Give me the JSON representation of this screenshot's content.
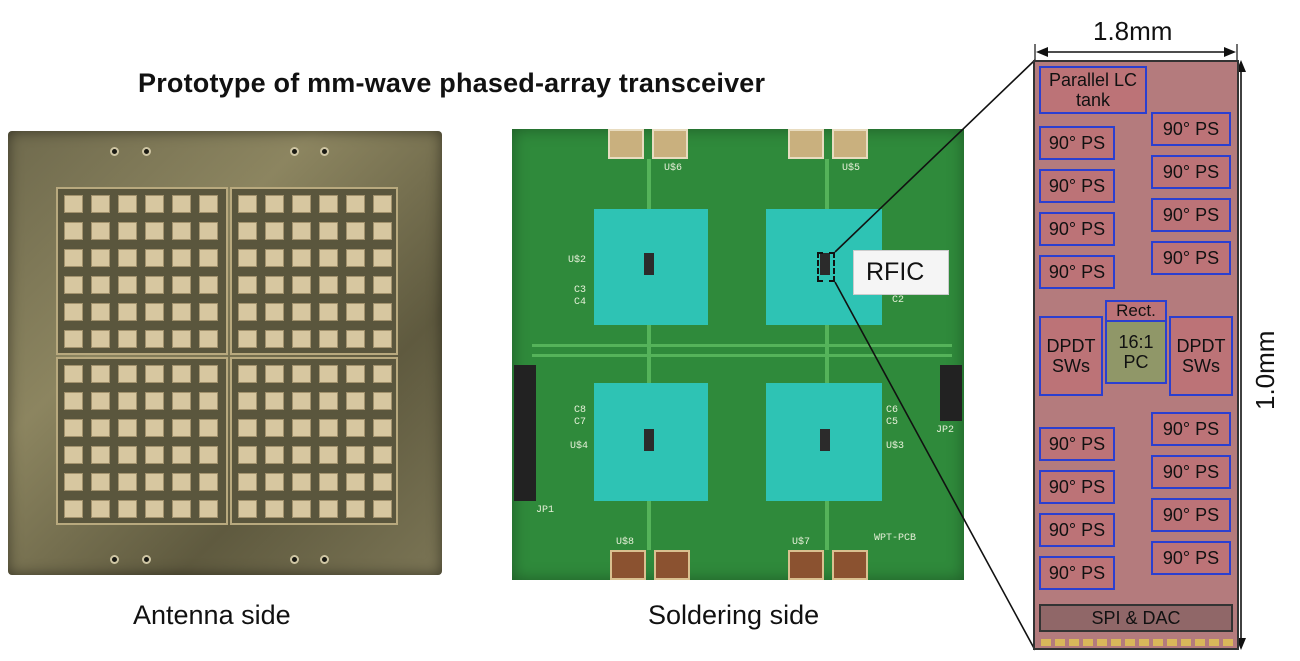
{
  "title": "Prototype of mm-wave phased-array transceiver",
  "captions": {
    "antenna": "Antenna side",
    "soldering": "Soldering side"
  },
  "rfic_label": "RFIC",
  "pcb_labels": {
    "u6": "U$6",
    "u5": "U$5",
    "u2": "U$2",
    "u4": "U$4",
    "u3": "U$3",
    "u8": "U$8",
    "u7": "U$7",
    "board": "WPT-PCB",
    "c3": "C3",
    "c4": "C4",
    "c2": "C2",
    "c8": "C8",
    "c7": "C7",
    "c6": "C6",
    "c5": "C5",
    "jp1": "JP1",
    "jp2": "JP2"
  },
  "die": {
    "width_label": "1.8mm",
    "height_label": "1.0mm",
    "top_block": "Parallel LC tank",
    "phase_shifter": "90° PS",
    "rect_label": "Rect.",
    "pc_label": "16:1 PC",
    "dpdt_left": "DPDT SWs",
    "dpdt_right": "DPDT SWs",
    "bottom_block": "SPI & DAC"
  },
  "colors": {
    "die": "#b47b7d",
    "block_border": "#2b3fd0",
    "pcb": "#2f8a3b",
    "pad": "#2ec3b4"
  }
}
